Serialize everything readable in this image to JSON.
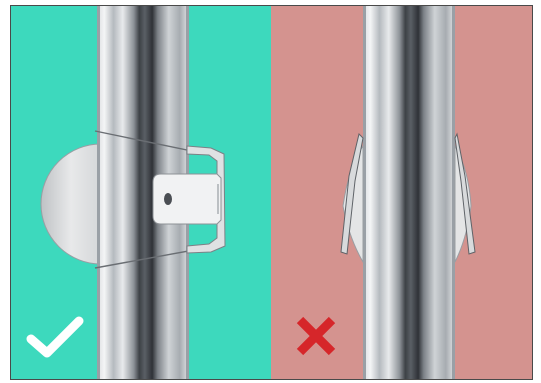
{
  "colors": {
    "good_panel": "#3DD9BD",
    "bad_panel": "#D4938F",
    "check_mark": "#FFFFFF",
    "cross_mark": "#D6262A",
    "frame_border": "#4A4A4A",
    "metal_light": "#E6E8EA",
    "metal_mid": "#B9BDC1",
    "metal_dark": "#6E7378",
    "channel_dark": "#3B3F44"
  },
  "panels": [
    {
      "id": "correct",
      "status": "correct",
      "icon": "check-icon"
    },
    {
      "id": "incorrect",
      "status": "incorrect",
      "icon": "cross-icon"
    }
  ]
}
